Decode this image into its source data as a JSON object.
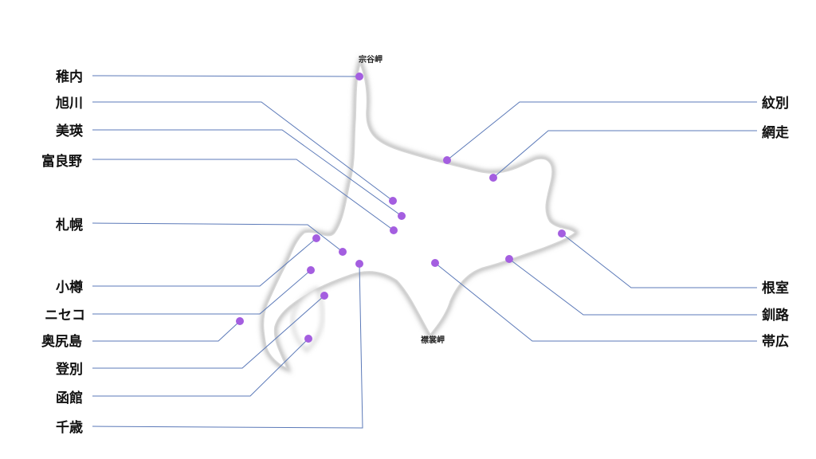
{
  "capes": [
    {
      "id": "soya",
      "label": "宗谷岬"
    },
    {
      "id": "erimo",
      "label": "襟裳岬"
    }
  ],
  "cities": [
    {
      "id": "wakkanai",
      "label": "稚内"
    },
    {
      "id": "asahikawa",
      "label": "旭川"
    },
    {
      "id": "biei",
      "label": "美瑛"
    },
    {
      "id": "furano",
      "label": "富良野"
    },
    {
      "id": "sapporo",
      "label": "札幌"
    },
    {
      "id": "otaru",
      "label": "小樽"
    },
    {
      "id": "niseko",
      "label": "ニセコ"
    },
    {
      "id": "okushiri",
      "label": "奥尻島"
    },
    {
      "id": "noboribetsu",
      "label": "登別"
    },
    {
      "id": "hakodate",
      "label": "函館"
    },
    {
      "id": "chitose",
      "label": "千歳"
    },
    {
      "id": "monbetsu",
      "label": "紋別"
    },
    {
      "id": "abashiri",
      "label": "網走"
    },
    {
      "id": "nemuro",
      "label": "根室"
    },
    {
      "id": "kushiro",
      "label": "釧路"
    },
    {
      "id": "obihiro",
      "label": "帯広"
    }
  ],
  "colors": {
    "dot": "#a45ee0",
    "leader": "#5b79b8",
    "coast": "#bdbdbd",
    "land": "#ffffff"
  }
}
